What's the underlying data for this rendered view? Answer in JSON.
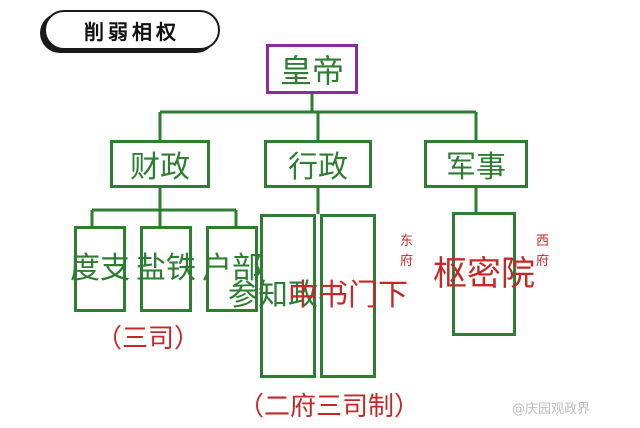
{
  "title": "削弱相权",
  "root": "皇帝",
  "departments": [
    "财政",
    "行政",
    "军事"
  ],
  "finance_subs": [
    {
      "id": "duzhi",
      "chars": [
        "度",
        "支"
      ]
    },
    {
      "id": "yantie",
      "chars": [
        "盐",
        "铁"
      ]
    },
    {
      "id": "hubu",
      "chars": [
        "户",
        "部"
      ]
    }
  ],
  "admin_subs": [
    {
      "id": "canzhizhengshi",
      "chars": [
        "参",
        "知",
        "政",
        "事"
      ]
    },
    {
      "id": "zhongshumenxia",
      "chars": [
        "中",
        "书",
        "门",
        "下"
      ]
    }
  ],
  "military_subs": [
    {
      "id": "shumiyuan",
      "chars": [
        "枢",
        "密",
        "院"
      ]
    }
  ],
  "notes": {
    "east": [
      "东",
      "府"
    ],
    "west": [
      "西",
      "府"
    ]
  },
  "captions": {
    "three_offices": "（三司）",
    "system": "（二府三司制）"
  },
  "watermark": "@庆园观政界",
  "colors": {
    "green": "#2e7d32",
    "purple": "#8a2b9e",
    "red": "#c62828"
  }
}
